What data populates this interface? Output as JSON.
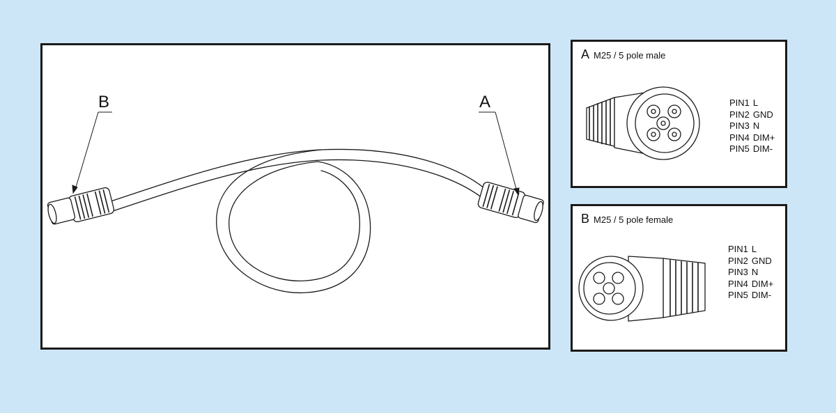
{
  "main": {
    "callout_b": "B",
    "callout_a": "A"
  },
  "panel_a": {
    "letter": "A",
    "title": "M25 / 5 pole male",
    "pins": [
      {
        "pin": "PIN1",
        "signal": "L"
      },
      {
        "pin": "PIN2",
        "signal": "GND"
      },
      {
        "pin": "PIN3",
        "signal": "N"
      },
      {
        "pin": "PIN4",
        "signal": "DIM+"
      },
      {
        "pin": "PIN5",
        "signal": "DIM-"
      }
    ]
  },
  "panel_b": {
    "letter": "B",
    "title": "M25 / 5 pole female",
    "pins": [
      {
        "pin": "PIN1",
        "signal": "L"
      },
      {
        "pin": "PIN2",
        "signal": "GND"
      },
      {
        "pin": "PIN3",
        "signal": "N"
      },
      {
        "pin": "PIN4",
        "signal": "DIM+"
      },
      {
        "pin": "PIN5",
        "signal": "DIM-"
      }
    ]
  },
  "colors": {
    "background": "#cde6f7",
    "panel": "#ffffff",
    "line": "#1a1a1a"
  },
  "icons": [
    "cable-drawing",
    "connector-b-icon",
    "connector-a-icon",
    "male-connector-icon",
    "female-connector-icon"
  ]
}
